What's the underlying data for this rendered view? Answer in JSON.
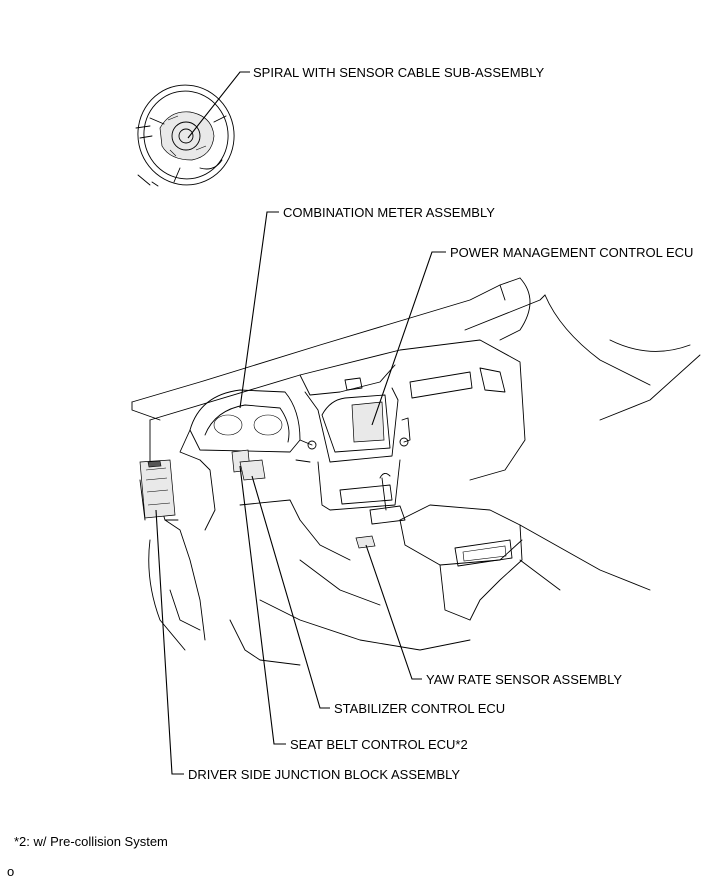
{
  "labels": {
    "spiral": "SPIRAL WITH SENSOR CABLE SUB-ASSEMBLY",
    "combination_meter": "COMBINATION METER ASSEMBLY",
    "power_management": "POWER MANAGEMENT CONTROL ECU",
    "yaw_rate": "YAW RATE SENSOR ASSEMBLY",
    "stabilizer": "STABILIZER CONTROL ECU",
    "seat_belt": "SEAT BELT CONTROL ECU*2",
    "junction_block": "DRIVER SIDE JUNCTION BLOCK ASSEMBLY"
  },
  "footnote": "*2: w/ Pre-collision System",
  "page_code": "o",
  "icons": {
    "steering_wheel": "steering-wheel-illustration",
    "dashboard": "dashboard-illustration"
  }
}
